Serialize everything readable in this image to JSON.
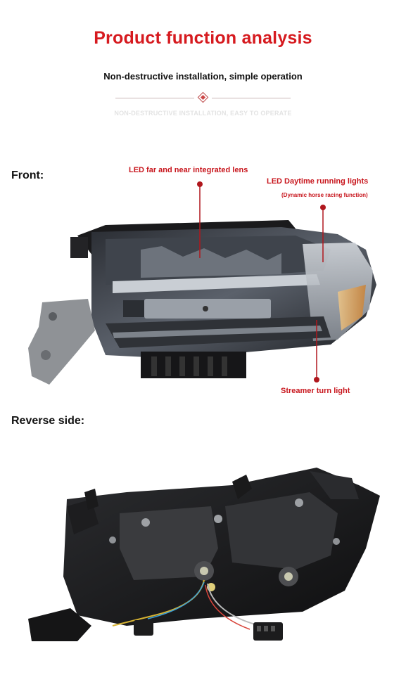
{
  "header": {
    "title": "Product function analysis",
    "subtitle": "Non-destructive installation, simple operation",
    "ghost_text": "NON-DESTRUCTIVE INSTALLATION, EASY TO OPERATE"
  },
  "front": {
    "label": "Front:",
    "callouts": {
      "lens": "LED far and near integrated lens",
      "drl": "LED Daytime running lights",
      "drl_note": "(Dynamic horse racing function)",
      "turn": "Streamer turn light"
    }
  },
  "reverse": {
    "label": "Reverse side:"
  },
  "colors": {
    "accent": "#d61a1f",
    "text": "#111111"
  }
}
